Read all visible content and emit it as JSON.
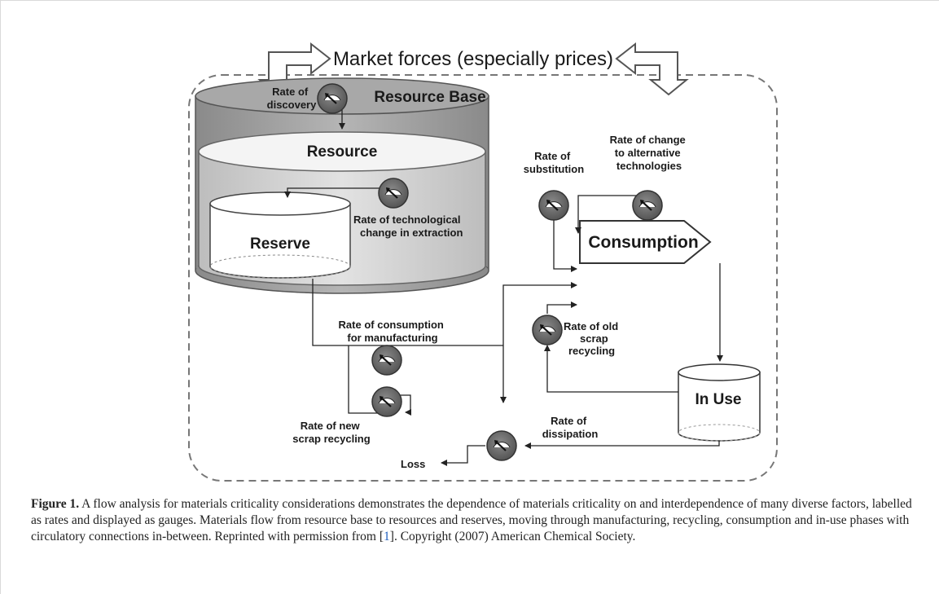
{
  "diagram": {
    "market_forces": "Market forces (especially prices)",
    "resource_base": "Resource Base",
    "resource": "Resource",
    "reserve": "Reserve",
    "consumption": "Consumption",
    "in_use": "In Use",
    "loss": "Loss",
    "rate_discovery": [
      "Rate of",
      "discovery"
    ],
    "rate_tech_extraction": [
      "Rate of technological",
      "change in extraction"
    ],
    "rate_substitution": [
      "Rate of",
      "substitution"
    ],
    "rate_alt_tech": [
      "Rate of change",
      "to alternative",
      "technologies"
    ],
    "rate_consumption_mfg": [
      "Rate of consumption",
      "for manufacturing"
    ],
    "rate_old_scrap": [
      "Rate of old",
      "scrap",
      "recycling"
    ],
    "rate_new_scrap": [
      "Rate of new",
      "scrap recycling"
    ],
    "rate_dissipation": [
      "Rate of",
      "dissipation"
    ]
  },
  "caption": {
    "label": "Figure 1.",
    "text_1": " A flow analysis for materials criticality considerations demonstrates the dependence of materials criticality on and interdependence of many diverse factors, labelled as rates and displayed as gauges. Materials flow from resource base to resources and reserves, moving through manufacturing, recycling, consumption and in-use phases with circulatory connections in-between. Reprinted with permission from [",
    "ref": "1",
    "text_2": "]. Copyright (2007) American Chemical Society."
  }
}
